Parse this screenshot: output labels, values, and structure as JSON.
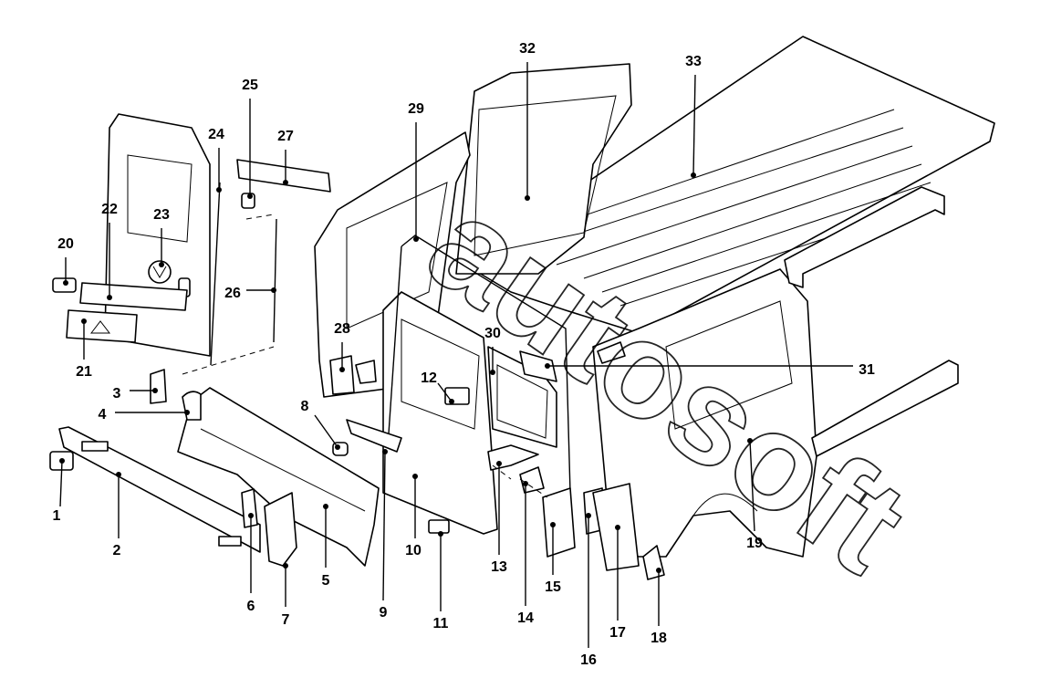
{
  "watermark": "autosoft",
  "callouts": [
    "1",
    "2",
    "3",
    "4",
    "5",
    "6",
    "7",
    "8",
    "9",
    "10",
    "11",
    "12",
    "13",
    "14",
    "15",
    "16",
    "17",
    "18",
    "19",
    "20",
    "21",
    "22",
    "23",
    "24",
    "25",
    "26",
    "27",
    "28",
    "29",
    "30",
    "31",
    "32",
    "33"
  ]
}
